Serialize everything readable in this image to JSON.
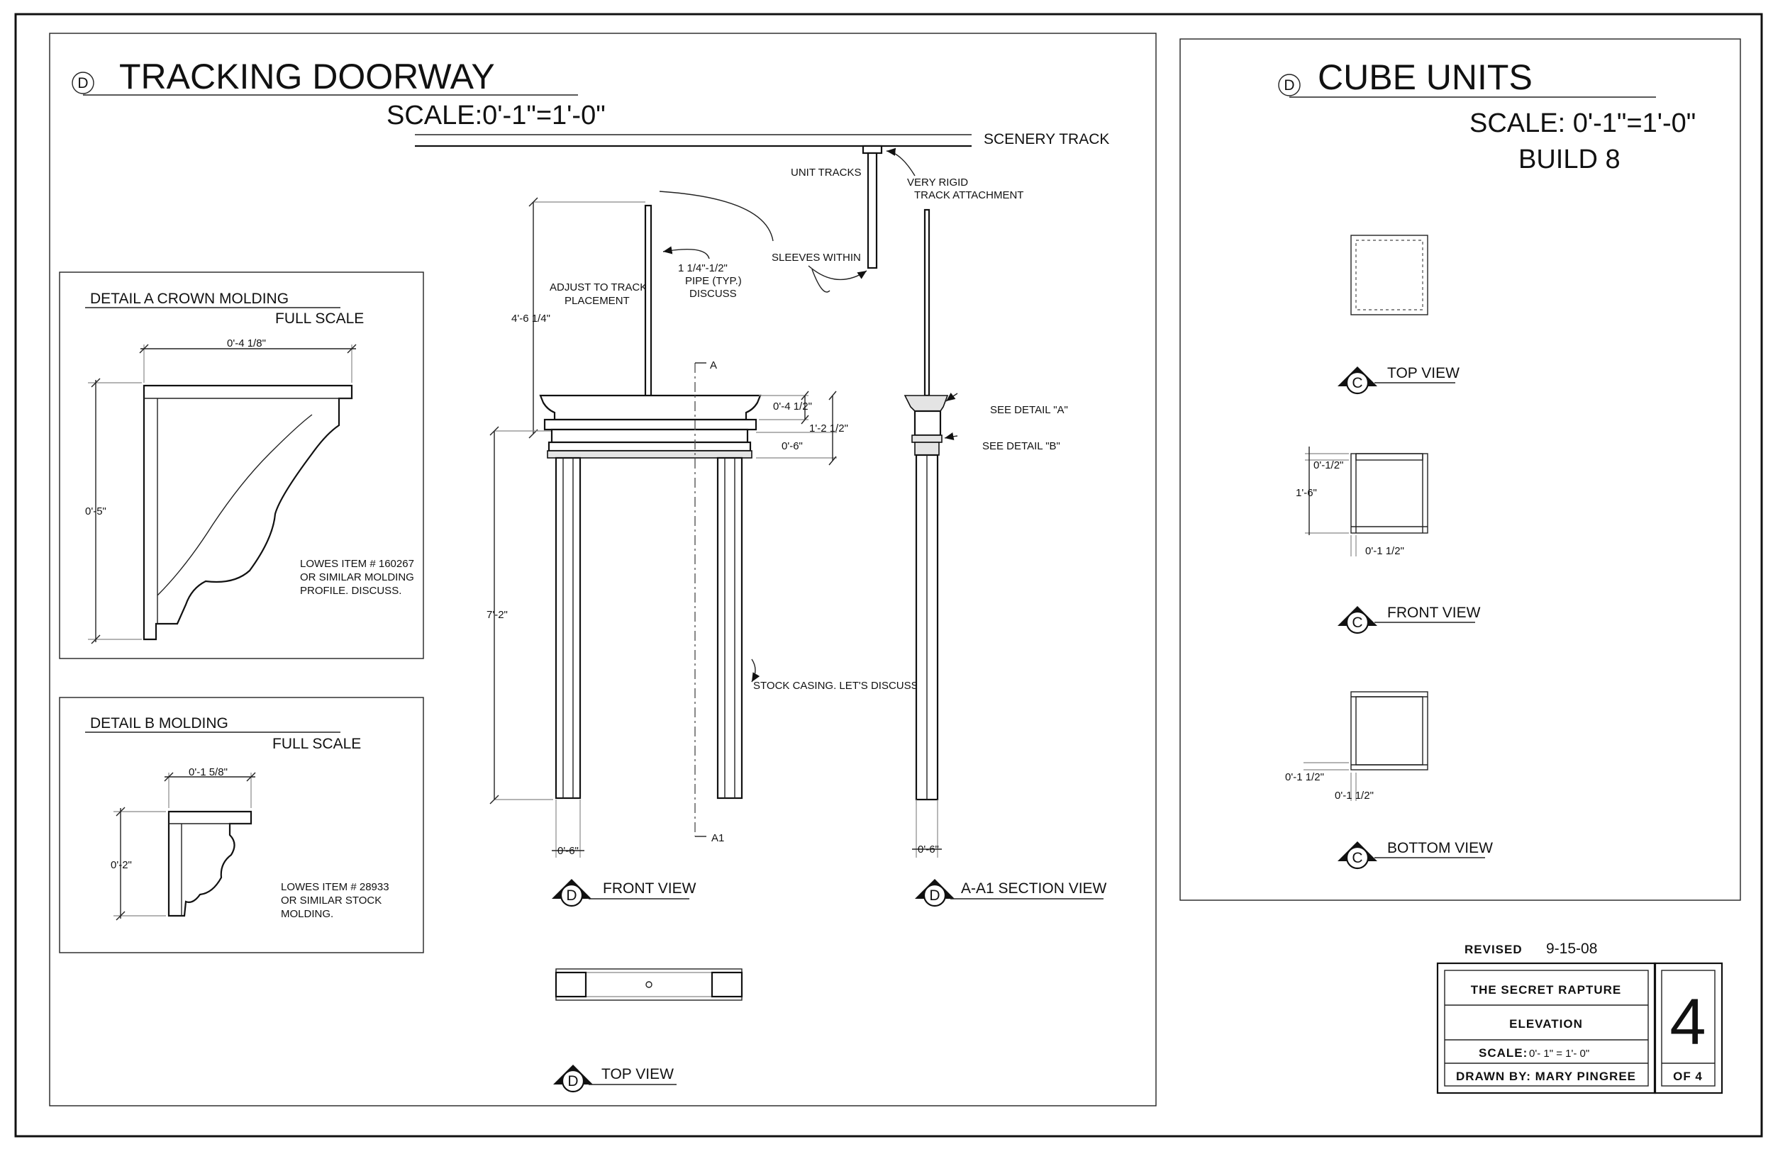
{
  "tracking_doorway": {
    "marker": "D",
    "title": "TRACKING DOORWAY",
    "scale": "SCALE:0'-1\"=1'-0\"",
    "scenery_track": "SCENERY TRACK",
    "unit_tracks": "UNIT TRACKS",
    "very_rigid": "VERY RIGID",
    "track_attachment": "TRACK ATTACHMENT",
    "sleeves_within": "SLEEVES WITHIN",
    "adjust_line1": "ADJUST TO TRACK",
    "adjust_line2": "PLACEMENT",
    "pipe_line1": "1 1/4\"-1/2\"",
    "pipe_line2": "PIPE (TYP.)",
    "pipe_line3": "DISCUSS",
    "dim_height_top": "4'-6 1/4\"",
    "dim_height_main": "7'-2\"",
    "dim_crown": "0'-4 1/2\"",
    "dim_head": "1'-2 1/2\"",
    "dim_casing_top": "0'-6\"",
    "dim_leg_width": "0'-6\"",
    "dim_section_width": "0'-6\"",
    "section_a": "A",
    "section_a1": "A1",
    "see_detail_a": "SEE DETAIL \"A\"",
    "see_detail_b": "SEE DETAIL \"B\"",
    "stock_casing": "STOCK CASING. LET'S DISCUSS.",
    "front_view": "FRONT VIEW",
    "section_view": "A-A1 SECTION VIEW",
    "top_view": "TOP VIEW"
  },
  "detail_a": {
    "title": "DETAIL A  CROWN MOLDING",
    "scale": "FULL SCALE",
    "dim_width": "0'-4 1/8\"",
    "dim_height": "0'-5\"",
    "note_line1": "LOWES ITEM # 160267",
    "note_line2": "OR SIMILAR MOLDING",
    "note_line3": "PROFILE. DISCUSS."
  },
  "detail_b": {
    "title": "DETAIL B MOLDING",
    "scale": "FULL SCALE",
    "dim_width": "0'-1 5/8\"",
    "dim_height": "0'-2\"",
    "note_line1": "LOWES ITEM # 28933",
    "note_line2": "OR SIMILAR STOCK",
    "note_line3": "MOLDING."
  },
  "cube_units": {
    "marker": "D",
    "title": "CUBE UNITS",
    "scale": "SCALE: 0'-1\"=1'-0\"",
    "build": "BUILD 8",
    "view_marker": "C",
    "top_view": "TOP VIEW",
    "front_view": "FRONT VIEW",
    "bottom_view": "BOTTOM VIEW",
    "dim_front_top": "0'-1/2\"",
    "dim_front_height": "1'-6\"",
    "dim_front_bottom": "0'-1 1/2\"",
    "dim_bottom_left": "0'-1 1/2\"",
    "dim_bottom_below": "0'-1 1/2\""
  },
  "title_block": {
    "revised_label": "REVISED",
    "revised_date": "9-15-08",
    "show": "THE SECRET RAPTURE",
    "sheet_type": "ELEVATION",
    "scale_label": "SCALE:",
    "scale_value": "0'- 1\" = 1'- 0\"",
    "drawn_by": "DRAWN BY: MARY PINGREE",
    "sheet_number": "4",
    "sheet_of": "OF  4"
  }
}
